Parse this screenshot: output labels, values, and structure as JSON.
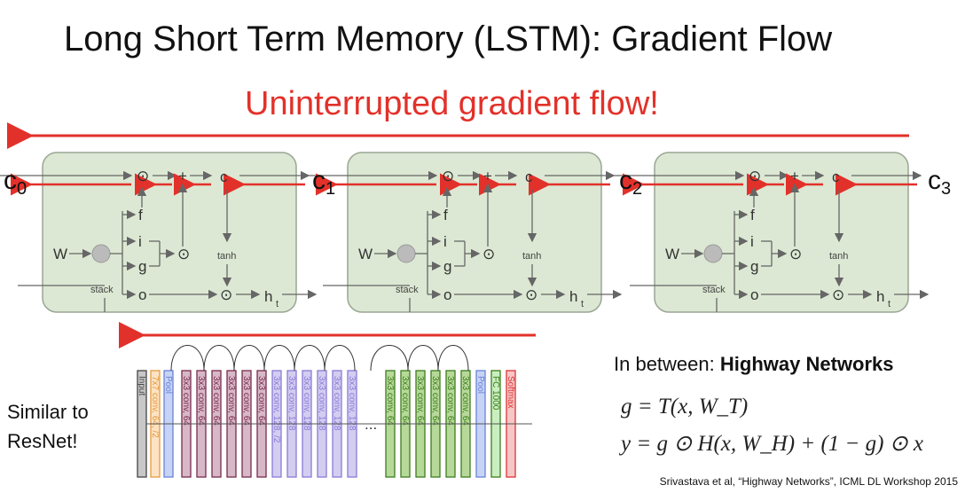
{
  "slide": {
    "title": "Long Short Term Memory (LSTM): Gradient Flow",
    "subtitle": "Uninterrupted gradient flow!",
    "cell_labels": [
      "c",
      "c",
      "c",
      "c"
    ],
    "cell_subscripts": [
      "0",
      "1",
      "2",
      "3"
    ],
    "lstm_cell": {
      "node_c": "c",
      "node_f": "f",
      "node_i": "i",
      "node_g": "g",
      "node_o": "o",
      "weight": "W",
      "stack": "stack",
      "tanh": "tanh",
      "h": "h",
      "h_sub": "t",
      "plus": "+",
      "odot": "⊙"
    },
    "similar_to": [
      "Similar to",
      "ResNet!"
    ],
    "highway_prefix": "In between: ",
    "highway_bold": "Highway Networks",
    "equation_1": "g = T(x, W_T)",
    "equation_2": "y = g ⊙ H(x, W_H) + (1 − g) ⊙ x",
    "citation": "Srivastava et al, “Highway Networks”, ICML DL Workshop 2015",
    "resnet_layers": [
      "Input",
      "7x7 conv, 64, /2",
      "Pool",
      "3x3 conv, 64",
      "3x3 conv, 64",
      "3x3 conv, 64",
      "3x3 conv, 64",
      "3x3 conv, 64",
      "3x3 conv, 64",
      "3x3 conv, 128, /2",
      "3x3 conv, 128",
      "3x3 conv, 128",
      "3x3 conv, 128",
      "3x3 conv, 128",
      "3x3 conv, 128",
      "...",
      "3x3 conv, 64",
      "3x3 conv, 64",
      "3x3 conv, 64",
      "3x3 conv, 64",
      "3x3 conv, 64",
      "3x3 conv, 64",
      "Pool",
      "FC 1000",
      "Softmax"
    ],
    "colors": {
      "accent": "#e2312a",
      "cell_fill": "#dce8d3",
      "cell_stroke": "#9aa694"
    }
  }
}
